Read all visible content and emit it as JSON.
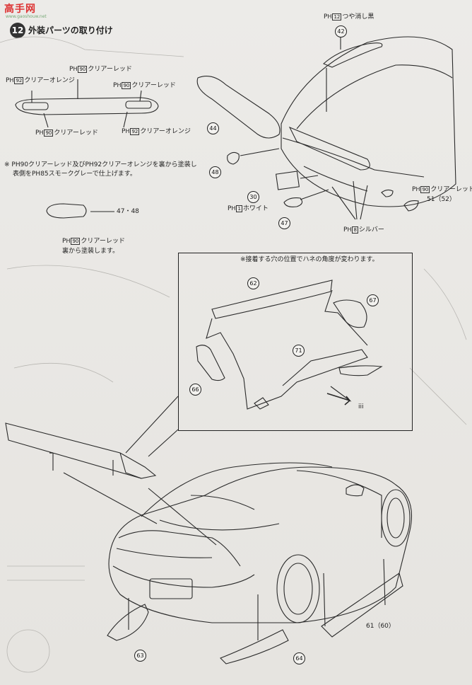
{
  "watermark": {
    "text": "高手网",
    "subtext": "www.gaoshouw.net"
  },
  "step": {
    "number": "12",
    "title": "外装パーツの取り付け"
  },
  "labels": {
    "ph92_clear_orange_left": "クリアーオレンジ",
    "ph90_clear_red_top": "クリアーレッド",
    "ph90_clear_red_right": "クリアーレッド",
    "ph90_clear_red_bottom": "クリアーレッド",
    "ph92_clear_orange_right": "クリアーオレンジ",
    "note_line1": "※ PH90クリアーレッド及びPH92クリアーオレンジを裏から塗装し",
    "note_line2": "表側をPH85スモークグレーで仕上げます。",
    "ph90_clear_red_light": "クリアーレッド",
    "back_paint": "裏から塗装します。",
    "ph12_gloss_black": "つや消し黒",
    "ph1_white": "ホワイト",
    "ph8_silver": "シルバー",
    "ph90_clear_red_mirror": "クリアーレッド",
    "hole_note": "※接着する穴の位置でハネの角度が変わります。",
    "arrow_label": "iii",
    "part_47_48": "47・48",
    "part_51_52": "51（52）",
    "part_61_60": "61（60）"
  },
  "ph_codes": {
    "p90": "90",
    "p92": "92",
    "p85": "85",
    "p12": "12",
    "p1": "1",
    "p8": "8"
  },
  "parts": [
    "42",
    "44",
    "48",
    "30",
    "47",
    "62",
    "67",
    "71",
    "66",
    "63",
    "64"
  ]
}
